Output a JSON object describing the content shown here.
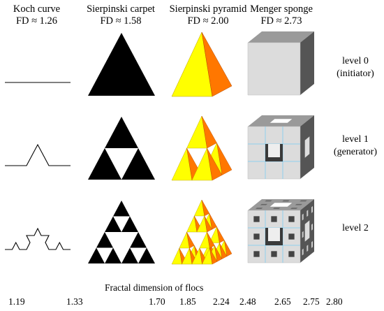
{
  "columns": [
    {
      "name": "Koch curve",
      "fd": "FD ≈ 1.26"
    },
    {
      "name": "Sierpinski carpet",
      "fd": "FD ≈ 1.58"
    },
    {
      "name": "Sierpinski pyramid",
      "fd": "FD ≈ 2.00"
    },
    {
      "name": "Menger sponge",
      "fd": "FD ≈ 2.73"
    }
  ],
  "levels": [
    {
      "label": "level 0",
      "sub": "(initiator)"
    },
    {
      "label": "level 1",
      "sub": "(generator)"
    },
    {
      "label": "level 2",
      "sub": ""
    }
  ],
  "axis": {
    "title": "Fractal dimension of flocs",
    "ticks": [
      "1.19",
      "1.33",
      "1.70",
      "1.85",
      "2.24",
      "2.48",
      "2.65",
      "2.75",
      "2.80"
    ]
  },
  "colors": {
    "pyramid_front": "#ffff00",
    "pyramid_side": "#ff7700",
    "pyramid_top": "#ffee00",
    "cube_front": "#dcdcdc",
    "cube_top": "#9a9a9a",
    "cube_side": "#555555",
    "cube_grid": "#8fd0ee"
  }
}
